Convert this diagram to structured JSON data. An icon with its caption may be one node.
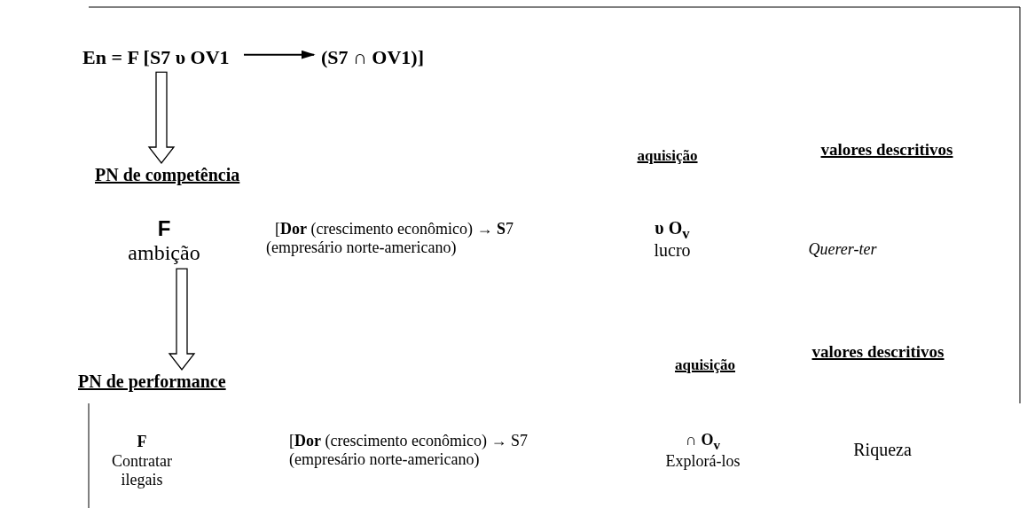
{
  "diagram": {
    "nodes": [
      {
        "text": [
          "En = F [S7 υ OV1"
        ]
      },
      {
        "text": [
          "(S7 ∩ OV1)]"
        ]
      },
      {
        "text": [
          "PN de competência"
        ]
      },
      {
        "text": [
          "F",
          "ambição"
        ]
      },
      {
        "text": [
          "PN de performance"
        ]
      }
    ],
    "edges": [
      {
        "from": 0,
        "to": 1,
        "arrow": "to"
      },
      {
        "from": 0,
        "to": 2,
        "arrow": "to",
        "style": "thick"
      },
      {
        "from": 3,
        "to": 4,
        "arrow": "to",
        "style": "thick"
      }
    ],
    "labels": [
      "aquisição",
      "valores descritivos",
      "[**Dor** (crescimento econômico) → **S**7 (empresário norte-americano)",
      "υ O$_{v}$",
      "lucro",
      "Querer-ter",
      "aquisição",
      "valores descritivos",
      "F",
      "Contratar ilegais",
      "[**Dor** (crescimento econômico)  → S7 (empresário norte-americano)",
      "∩ O$_{v}$",
      "Explorá-los",
      "Riqueza"
    ]
  }
}
